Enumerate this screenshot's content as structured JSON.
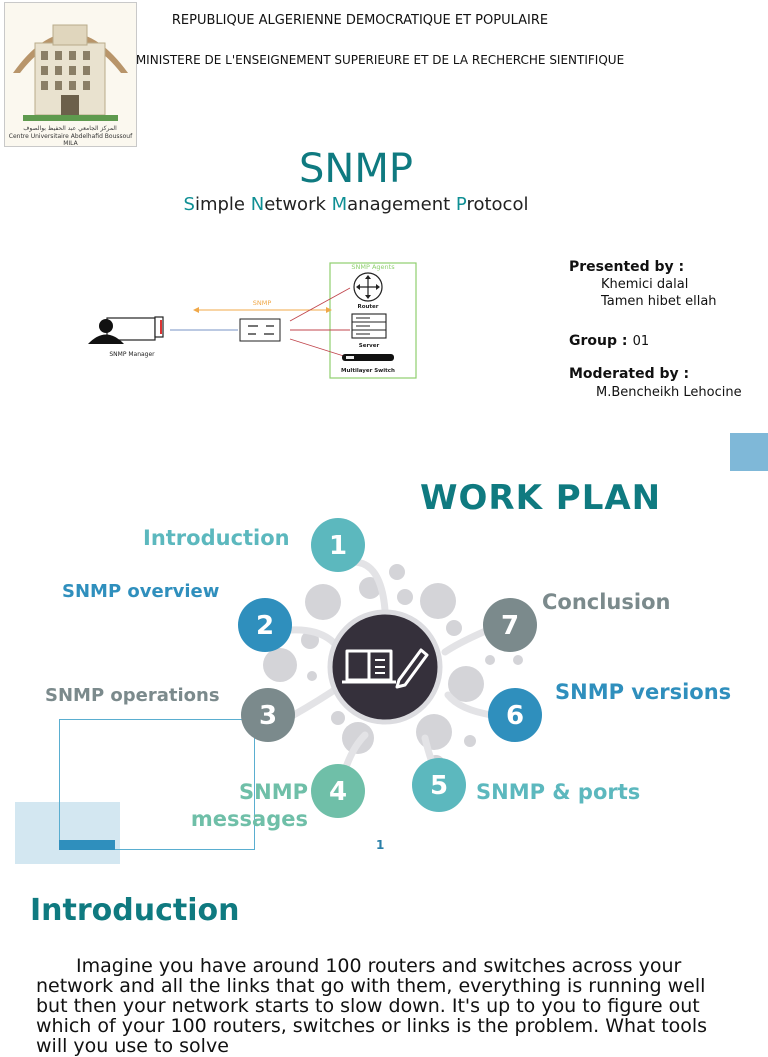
{
  "header": {
    "line1": "REPUBLIQUE ALGERIENNE DEMOCRATIQUE ET POPULAIRE",
    "line2": "MINISTERE DE L'ENSEIGNEMENT SUPERIEURE ET DE LA RECHERCHE SIENTIFIQUE",
    "logo_caption": "Centre Universitaire Abdelhafid Boussouf MILA"
  },
  "title": "SNMP",
  "subtitle": [
    {
      "initial": "S",
      "rest": "imple "
    },
    {
      "initial": "N",
      "rest": "etwork "
    },
    {
      "initial": "M",
      "rest": "anagement "
    },
    {
      "initial": "P",
      "rest": "rotocol"
    }
  ],
  "diagram": {
    "agents_label": "SNMP Agents",
    "snmp_label": "SNMP",
    "manager_label": "SNMP Manager",
    "router_label": "Router",
    "server_label": "Server",
    "switch_label": "Multilayer Switch"
  },
  "presenters": {
    "presented_label": "Presented by :",
    "names": [
      "Khemici dalal",
      "Tamen hibet ellah"
    ],
    "group_label": "Group :",
    "group_value": "01",
    "moderated_label": "Moderated by :",
    "moderator": "M.Bencheikh Lehocine"
  },
  "work_plan": {
    "title": "WORK PLAN",
    "items": [
      {
        "num": "1",
        "label": "Introduction"
      },
      {
        "num": "2",
        "label": "SNMP overview"
      },
      {
        "num": "3",
        "label": "SNMP operations"
      },
      {
        "num": "4",
        "label": "SNMP messages"
      },
      {
        "num": "5",
        "label": "SNMP & ports"
      },
      {
        "num": "6",
        "label": "SNMP versions"
      },
      {
        "num": "7",
        "label": "Conclusion"
      }
    ],
    "page_number": "1"
  },
  "introduction": {
    "heading": "Introduction",
    "text": "Imagine you have around 100 routers and switches across your network and all the links that go with them, everything is running well but then your network starts to slow down. It's up to you to figure out which of your 100 routers, switches or links is the problem. What tools will you use to solve"
  },
  "colors": {
    "teal_title": "#0f7a80",
    "intro_teal": "#5cb8be",
    "blue": "#2f8fbd",
    "gray": "#7b8a8c",
    "green": "#6fbfa8",
    "dark_center": "#35303b",
    "accent_square": "#7fb8d8"
  }
}
